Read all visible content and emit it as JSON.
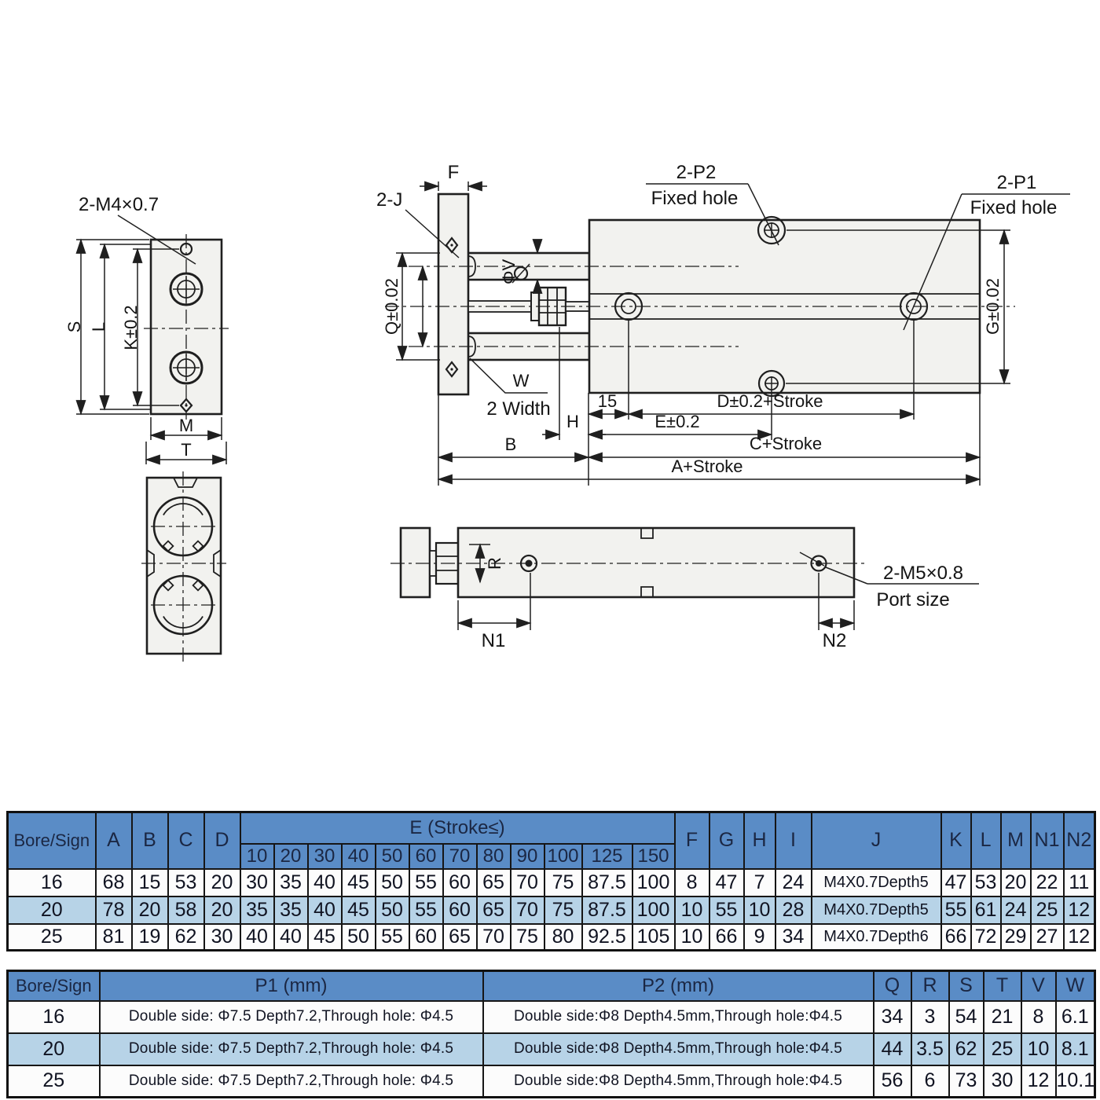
{
  "colors": {
    "header_blue": "#5a8cc6",
    "row_alt_blue": "#b7d3e7",
    "line_color": "#1f1f1f",
    "part_fill": "#f2f2ef"
  },
  "drawing": {
    "labels": {
      "m4": "2-M4×0.7",
      "s": "S",
      "l": "L",
      "k": "K±0.2",
      "m": "M",
      "t": "T",
      "f": "F",
      "j": "2-J",
      "p2": "2-P2",
      "p2sub": "Fixed hole",
      "p1": "2-P1",
      "p1sub": "Fixed hole",
      "q": "Q±0.02",
      "g": "G±0.02",
      "phiv": "ΦV",
      "w": "W",
      "w2": "2 Width",
      "d15": "15",
      "d": "D±0.2+Stroke",
      "h": "H",
      "e": "E±0.2",
      "b": "B",
      "c": "C+Stroke",
      "a": "A+Stroke",
      "r": "R",
      "m5": "2-M5×0.8",
      "port": "Port size",
      "n1": "N1",
      "n2": "N2"
    }
  },
  "table1": {
    "header": {
      "bore_sign": "Bore/Sign",
      "cols_abcd": [
        "A",
        "B",
        "C",
        "D"
      ],
      "e_group": "E (Stroke≤)",
      "e_subs": [
        "10",
        "20",
        "30",
        "40",
        "50",
        "60",
        "70",
        "80",
        "90",
        "100",
        "125",
        "150"
      ],
      "cols_right": [
        "F",
        "G",
        "H",
        "I",
        "J",
        "K",
        "L",
        "M",
        "N1",
        "N2"
      ]
    },
    "rows": [
      {
        "bore": "16",
        "values": [
          "68",
          "15",
          "53",
          "20",
          "30",
          "35",
          "40",
          "45",
          "50",
          "55",
          "60",
          "65",
          "70",
          "75",
          "87.5",
          "100",
          "8",
          "47",
          "7",
          "24",
          "M4X0.7Depth5",
          "47",
          "53",
          "20",
          "22",
          "11"
        ]
      },
      {
        "bore": "20",
        "values": [
          "78",
          "20",
          "58",
          "20",
          "35",
          "35",
          "40",
          "45",
          "50",
          "55",
          "60",
          "65",
          "70",
          "75",
          "87.5",
          "100",
          "10",
          "55",
          "10",
          "28",
          "M4X0.7Depth5",
          "55",
          "61",
          "24",
          "25",
          "12"
        ]
      },
      {
        "bore": "25",
        "values": [
          "81",
          "19",
          "62",
          "30",
          "40",
          "40",
          "45",
          "50",
          "55",
          "60",
          "65",
          "70",
          "75",
          "80",
          "92.5",
          "105",
          "10",
          "66",
          "9",
          "34",
          "M4X0.7Depth6",
          "66",
          "72",
          "29",
          "27",
          "12"
        ]
      }
    ]
  },
  "table2": {
    "header": {
      "bore_sign": "Bore/Sign",
      "p1": "P1 (mm)",
      "p2": "P2 (mm)",
      "cols": [
        "Q",
        "R",
        "S",
        "T",
        "V",
        "W"
      ]
    },
    "rows": [
      {
        "bore": "16",
        "p1": "Double side: Φ7.5 Depth7.2,Through hole: Φ4.5",
        "p2": "Double side:Φ8 Depth4.5mm,Through hole:Φ4.5",
        "values": [
          "34",
          "3",
          "54",
          "21",
          "8",
          "6.1"
        ]
      },
      {
        "bore": "20",
        "p1": "Double side: Φ7.5 Depth7.2,Through hole: Φ4.5",
        "p2": "Double side:Φ8 Depth4.5mm,Through hole:Φ4.5",
        "values": [
          "44",
          "3.5",
          "62",
          "25",
          "10",
          "8.1"
        ]
      },
      {
        "bore": "25",
        "p1": "Double side: Φ7.5 Depth7.2,Through hole: Φ4.5",
        "p2": "Double side:Φ8 Depth4.5mm,Through hole:Φ4.5",
        "values": [
          "56",
          "6",
          "73",
          "30",
          "12",
          "10.1"
        ]
      }
    ]
  }
}
